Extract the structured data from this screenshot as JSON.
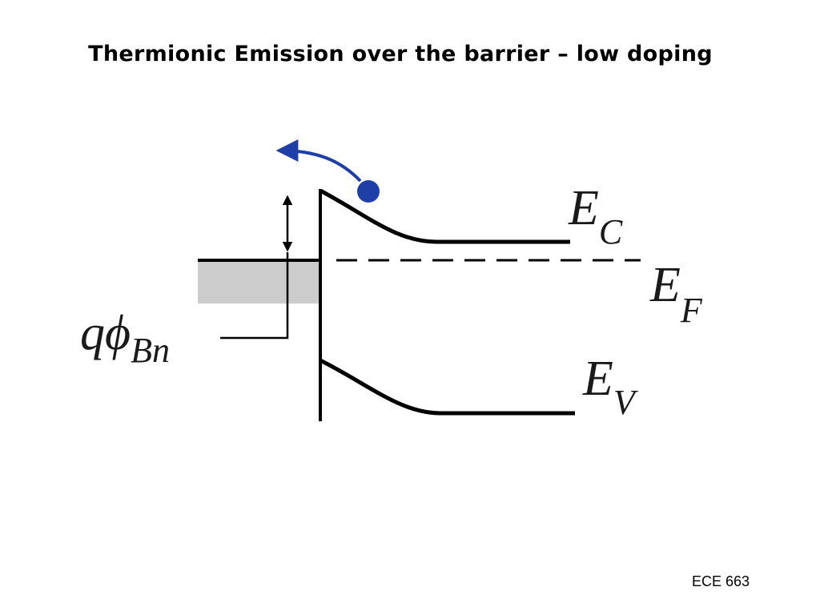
{
  "slide": {
    "title": "Thermionic Emission over the barrier – low doping",
    "footer": "ECE 663"
  },
  "diagram": {
    "labels": {
      "conduction_band": {
        "main": "E",
        "sub": "C"
      },
      "fermi_level": {
        "main": "E",
        "sub": "F"
      },
      "valence_band": {
        "main": "E",
        "sub": "V"
      },
      "barrier_height": {
        "main": "qϕ",
        "sub": "Bn"
      }
    },
    "colors": {
      "line": "#000000",
      "metal_fill": "#cccccc",
      "electron": "#1f3fa6",
      "label": "#1a1a1a"
    }
  }
}
